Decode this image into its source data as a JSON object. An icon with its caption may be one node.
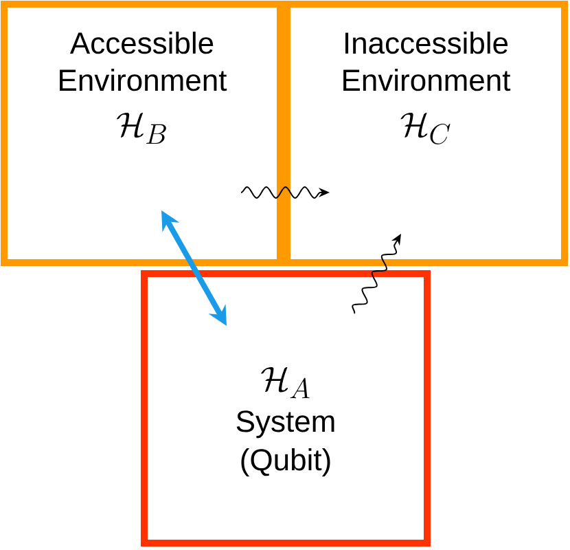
{
  "diagram": {
    "nodes": [
      {
        "text": [
          "Accessible Environment",
          "\\mathcal{H}_B"
        ]
      },
      {
        "text": [
          "Inaccessible Environment",
          "\\mathcal{H}_C"
        ]
      },
      {
        "text": [
          "\\mathcal{H}_A",
          "System (Qubit)"
        ]
      }
    ],
    "edges": [
      {
        "from": 0,
        "to": 2,
        "arrow": "both",
        "style": "thick",
        "color": "#1a9be8"
      },
      {
        "from": 0,
        "to": 1,
        "arrow": "to"
      },
      {
        "from": 2,
        "to": 1,
        "arrow": "to"
      }
    ]
  }
}
